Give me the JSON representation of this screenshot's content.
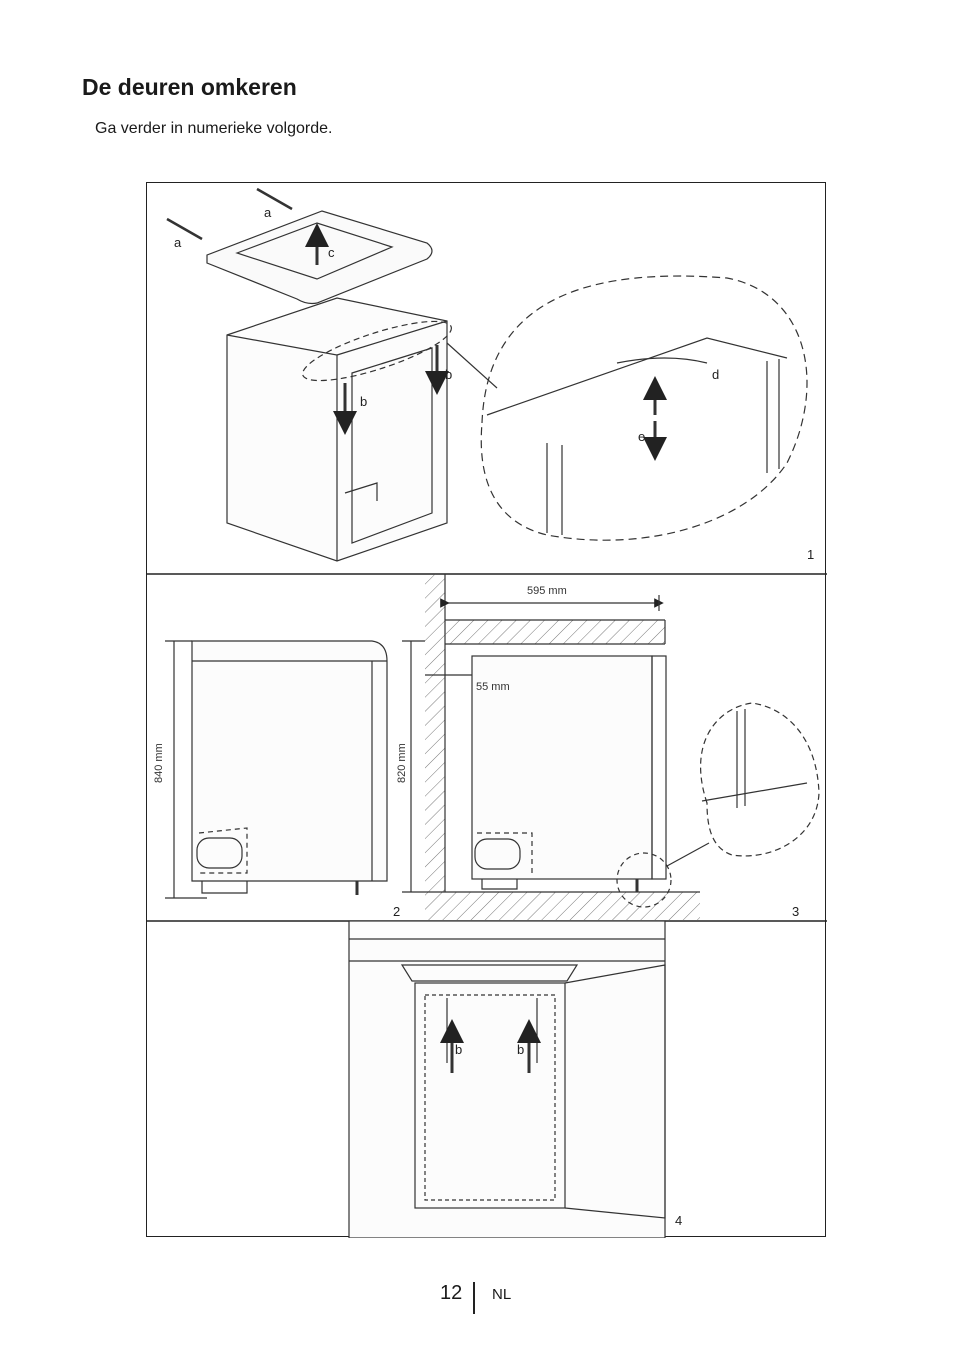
{
  "heading": {
    "title": "De deuren omkeren"
  },
  "intro": {
    "text": "Ga verder in numerieke volgorde."
  },
  "figure": {
    "panel1": {
      "number": "1",
      "labels": {
        "a1": "a",
        "a2": "a",
        "c": "c",
        "b1": "b",
        "b2": "b",
        "d": "d",
        "e": "e"
      }
    },
    "panel2": {
      "number": "2",
      "height_label": "840 mm"
    },
    "panel3": {
      "number": "3",
      "width_label": "595 mm",
      "height_label": "820 mm",
      "gap_label": "55 mm"
    },
    "panel4": {
      "number": "4",
      "labels": {
        "b1": "b",
        "b2": "b"
      }
    }
  },
  "footer": {
    "page": "12",
    "lang": "NL"
  }
}
